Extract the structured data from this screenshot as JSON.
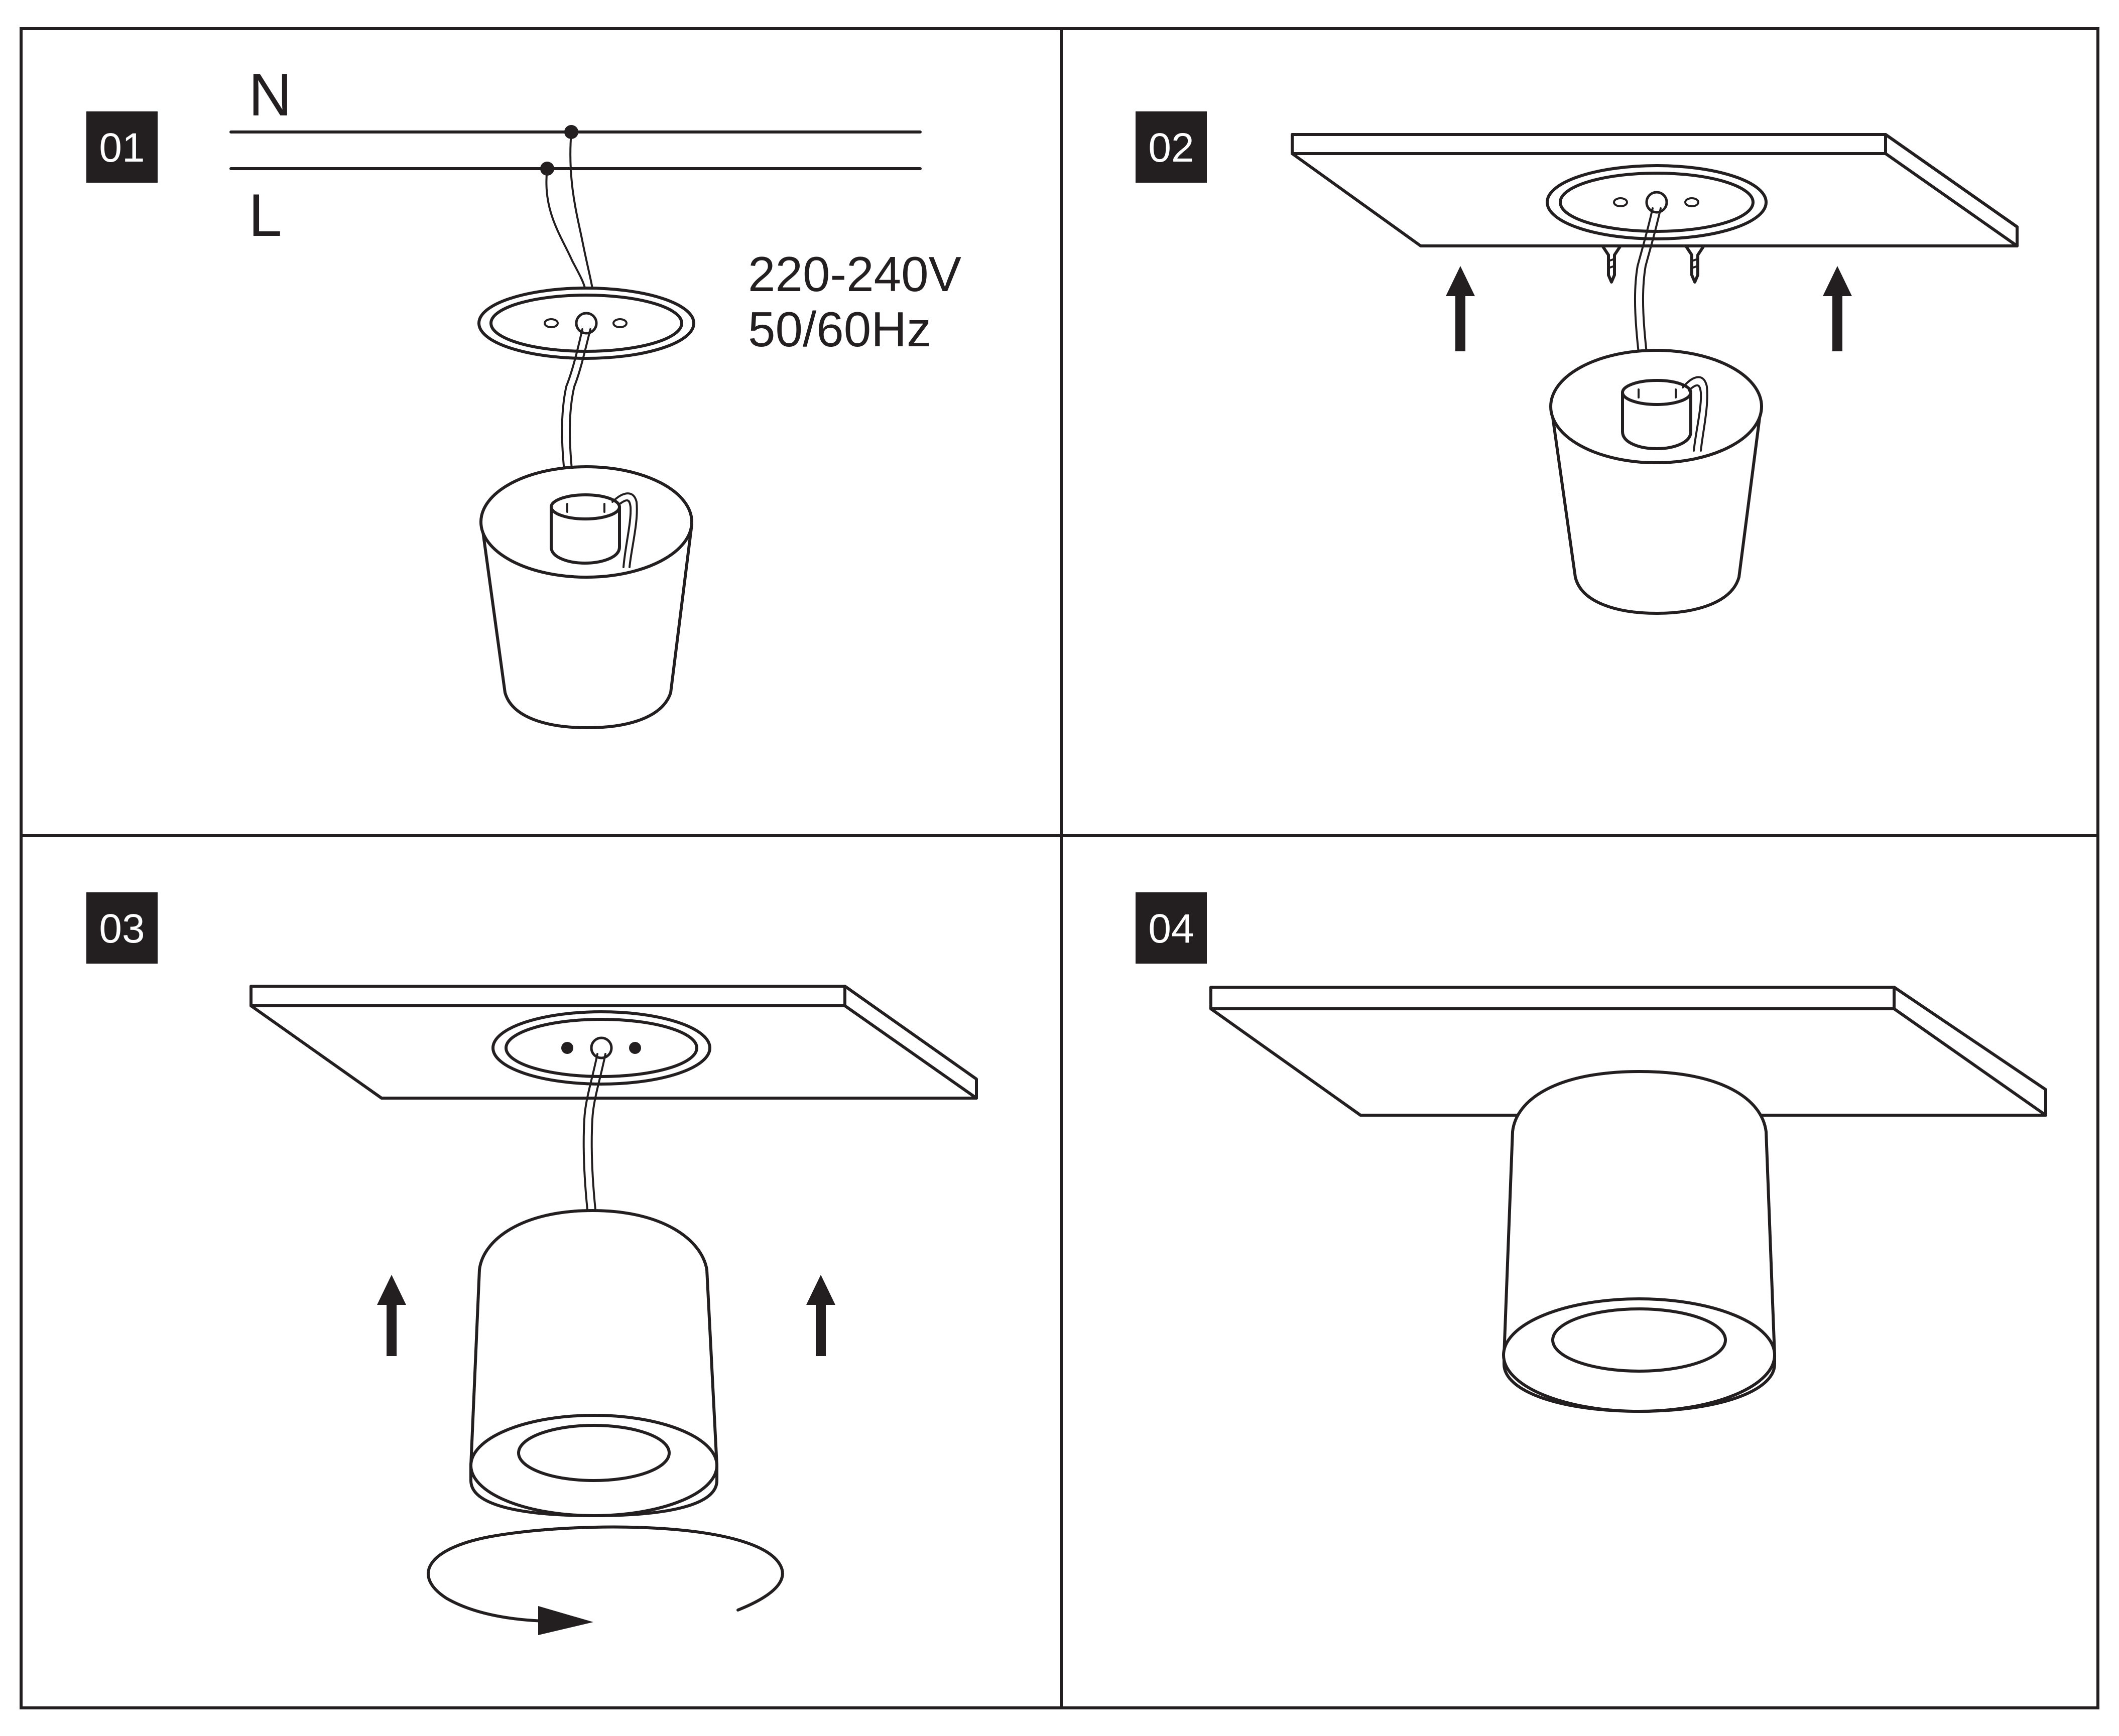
{
  "steps": [
    {
      "number": "01"
    },
    {
      "number": "02"
    },
    {
      "number": "03"
    },
    {
      "number": "04"
    }
  ],
  "wiring": {
    "neutral_label": "N",
    "live_label": "L",
    "voltage": "220-240V",
    "frequency": "50/60Hz"
  },
  "icons": [
    "mains-wires",
    "ceiling-base-plate",
    "cylinder-downlight",
    "terminal-block",
    "ceiling-panel",
    "screw-icon",
    "arrow-up-icon",
    "rotate-arrow-icon"
  ]
}
